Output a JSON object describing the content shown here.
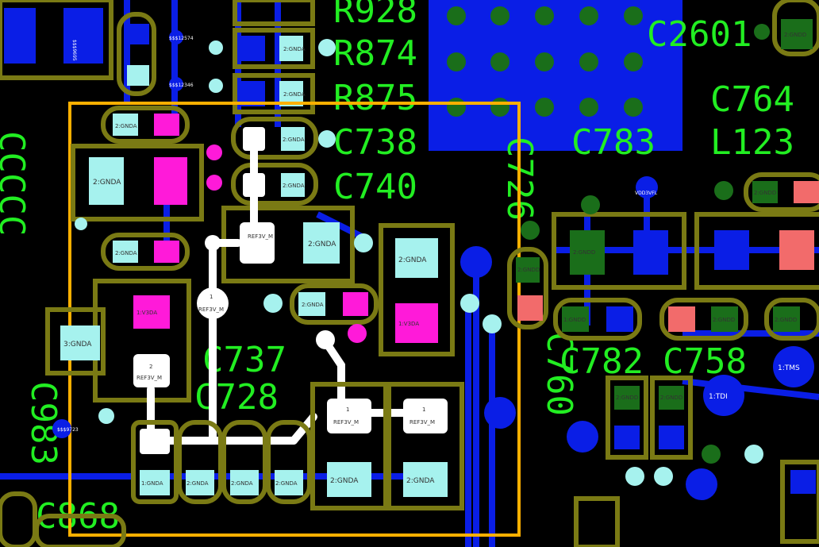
{
  "colors": {
    "background": "#000000",
    "silkscreen": "#22ee22",
    "copper_blue": "#0a1ee6",
    "outline_olive": "#7a7a14",
    "pad_cyan": "#a6f2ee",
    "pad_magenta": "#ff1ad9",
    "pad_darkgreen": "#1a6e1a",
    "pad_salmon": "#f26b6b",
    "route_white": "#ffffff",
    "highlight_box": "#ffb000"
  },
  "silkscreen_labels": {
    "r928": "R928",
    "r874": "R874",
    "r875": "R875",
    "c738": "C738",
    "c740": "C740",
    "c2601": "C2601",
    "c764": "C764",
    "c783": "C783",
    "l123": "L123",
    "c726": "C726",
    "c737": "C737",
    "c728": "C728",
    "c760": "C760",
    "c782": "C782",
    "c758": "C758",
    "c983": "C983",
    "c868": "C868"
  },
  "pad_labels": {
    "gnda2": "2:GNDA",
    "gnda1": "1:GNDA",
    "gnda3": "3:GNDA",
    "gndd2": "2:GNDD",
    "gndd1": "1:GNDD",
    "ref3v_m": "REF3V_M",
    "ref3v_m1": "1",
    "ref3v_m2": "2",
    "v3da": "1:V3DA",
    "tms": "1:TMS",
    "tdi": "1:TDI",
    "vdd3v": "VDD3VFL",
    "net12574": "$$$12574",
    "net12346": "$$$12346",
    "net9723": "$$$9723",
    "net9695": "$$$9695"
  }
}
